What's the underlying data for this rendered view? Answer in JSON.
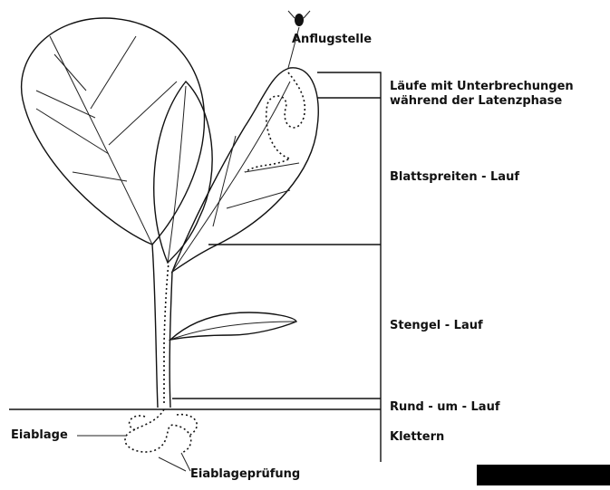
{
  "labels": {
    "landing": "Anflugstelle",
    "latency_line1": "Läufe mit Unterbrechungen",
    "latency_line2": "während der Latenzphase",
    "leaf_walk": "Blattspreiten - Lauf",
    "stem_walk": "Stengel - Lauf",
    "round_walk": "Rund - um - Lauf",
    "climbing": "Klettern",
    "oviposition": "Eiablage",
    "oviposition_test": "Eiablageprüfung"
  },
  "icons": [
    "fly-icon"
  ],
  "colors": {
    "ink": "#111111",
    "paper": "#ffffff"
  }
}
